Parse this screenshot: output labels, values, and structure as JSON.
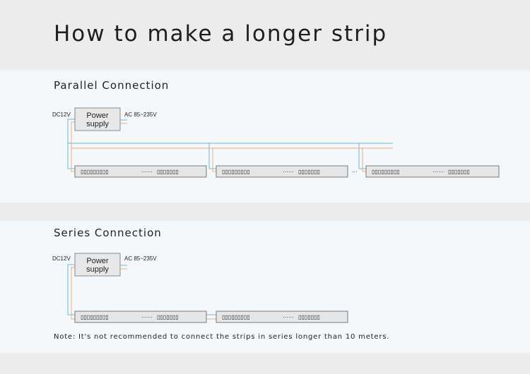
{
  "title": "How to make a longer strip",
  "colors": {
    "wire_blue": "#6fb3d9",
    "wire_orange": "#e9b07e",
    "strip_fill": "#e6e6e6",
    "strip_border": "#7a7a7a"
  },
  "parallel": {
    "heading": "Parallel Connection",
    "dc_label": "DC12V",
    "ac_label": "AC 85~235V",
    "psu_line1": "Power",
    "psu_line2": "supply",
    "strip_dots_left": "▯▯▯▯▯▯▯▯▯",
    "strip_ellipsis": "······",
    "strip_dots_right": "▯▯▯▯▯▯▯",
    "between_ellipsis": "···"
  },
  "series": {
    "heading": "Series Connection",
    "dc_label": "DC12V",
    "ac_label": "AC 85~235V",
    "psu_line1": "Power",
    "psu_line2": "supply",
    "strip_dots_left": "▯▯▯▯▯▯▯▯▯",
    "strip_ellipsis": "······",
    "strip_dots_right": "▯▯▯▯▯▯▯",
    "note": "Note: It's not recommended to connect the strips in series longer than 10 meters."
  }
}
